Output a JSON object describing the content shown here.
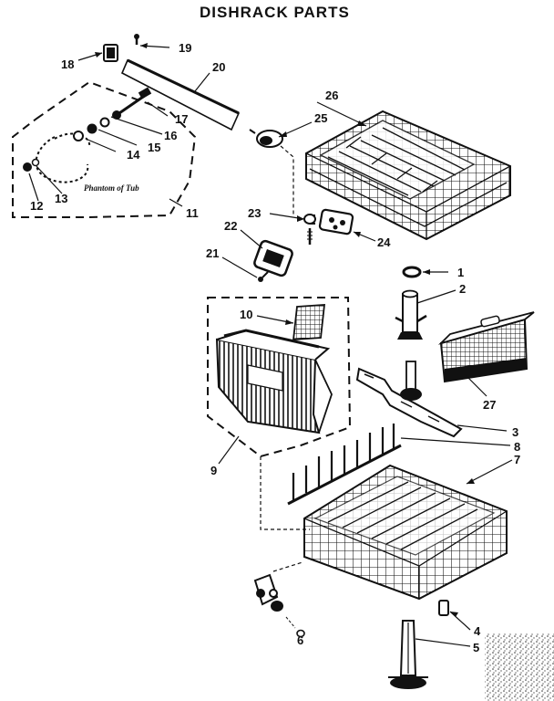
{
  "title": "DISHRACK PARTS",
  "caption": "Phantom of Tub",
  "labels": {
    "l1": "1",
    "l2": "2",
    "l3": "3",
    "l4": "4",
    "l5": "5",
    "l6": "6",
    "l7": "7",
    "l8": "8",
    "l9": "9",
    "l10": "10",
    "l11": "11",
    "l12": "12",
    "l13": "13",
    "l14": "14",
    "l15": "15",
    "l16": "16",
    "l17": "17",
    "l18": "18",
    "l19": "19",
    "l20": "20",
    "l21": "21",
    "l22": "22",
    "l23": "23",
    "l24": "24",
    "l25": "25",
    "l26": "26",
    "l27": "27"
  }
}
